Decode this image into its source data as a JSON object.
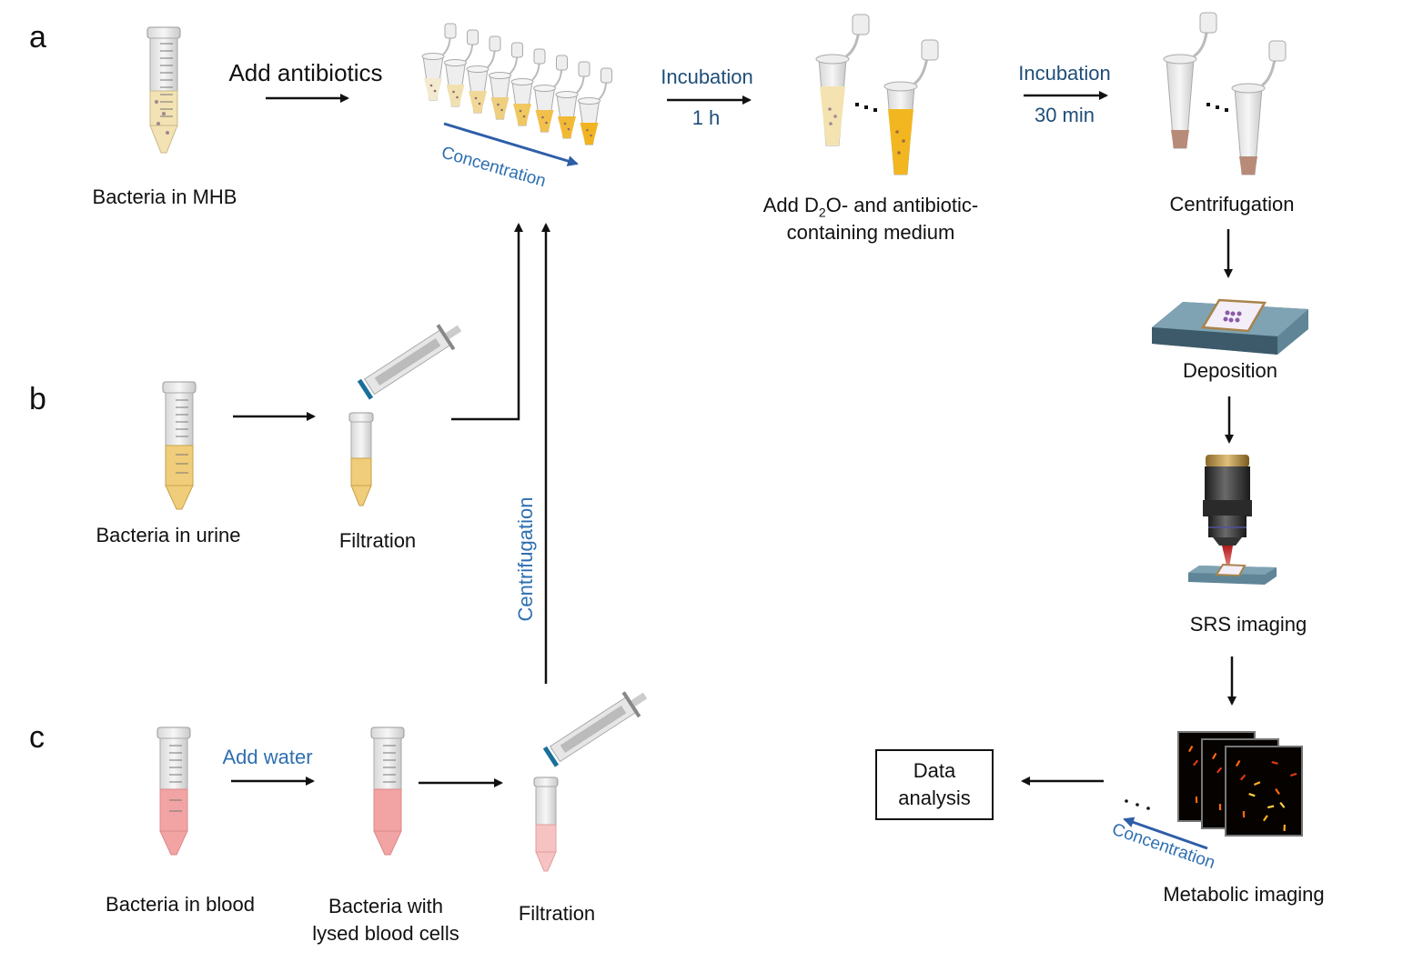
{
  "panels": {
    "a": "a",
    "b": "b",
    "c": "c"
  },
  "row_a": {
    "start_label": "Bacteria in MHB",
    "arrow1_label": "Add antibiotics",
    "tube_strip_arrow_label": "Concentration",
    "arrow2_top": "Incubation",
    "arrow2_bottom": "1 h",
    "step2_label_line1_pre": "Add D",
    "step2_label_line1_sub": "2",
    "step2_label_line1_post": "O- and antibiotic-",
    "step2_label_line2": "containing medium",
    "arrow3_top": "Incubation",
    "arrow3_bottom": "30 min",
    "step3_label": "Centrifugation"
  },
  "right_column": {
    "deposition_label": "Deposition",
    "srs_label": "SRS imaging",
    "metabolic_label": "Metabolic imaging",
    "metabolic_arrow_label": "Concentration",
    "data_analysis_label_line1": "Data",
    "data_analysis_label_line2": "analysis"
  },
  "row_b": {
    "start_label": "Bacteria in urine",
    "filtration_label": "Filtration"
  },
  "row_c": {
    "start_label": "Bacteria in blood",
    "arrow1_label": "Add water",
    "step2_label_line1": "Bacteria with",
    "step2_label_line2": "lysed blood cells",
    "filtration_label": "Filtration",
    "vertical_arrow_label": "Centrifugation"
  },
  "colors": {
    "accent_blue": "#2e6fb0",
    "navy_text": "#1f4e79",
    "mhb_fill": "#f3e2b3",
    "urine_fill": "#f0cd7a",
    "blood_fill": "#f2a3a3",
    "antibiotic_gold": "#f2b720",
    "slide_blue": "#5f8597"
  }
}
